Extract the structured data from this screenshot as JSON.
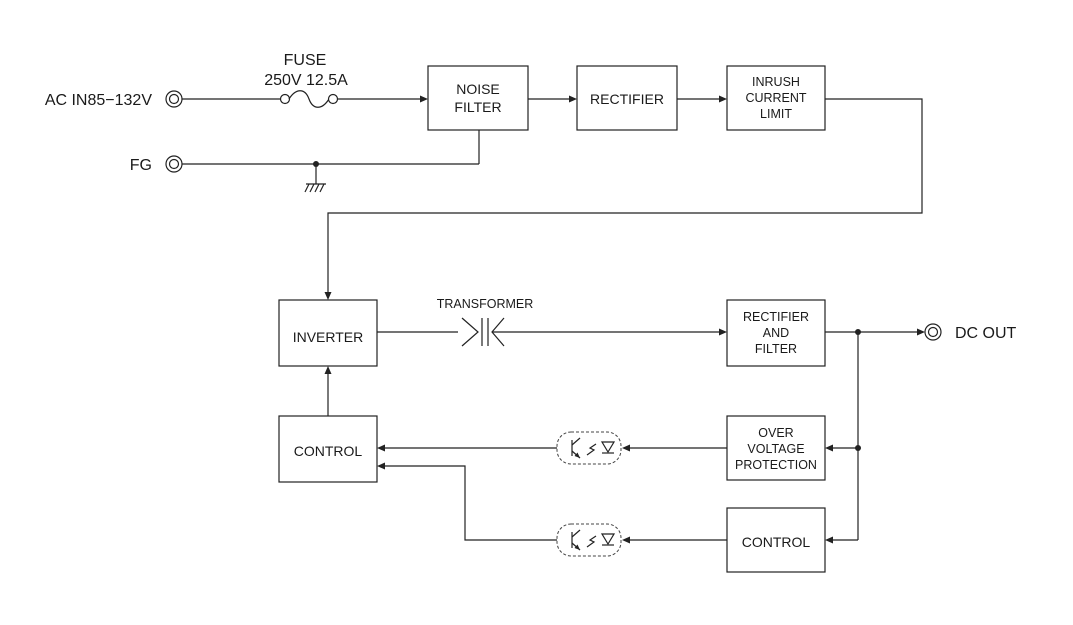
{
  "inputs": {
    "ac_in_label": "AC IN85−132V",
    "fg_label": "FG",
    "fuse_title": "FUSE",
    "fuse_rating": "250V 12.5A"
  },
  "blocks": {
    "noise_filter": [
      "NOISE",
      "FILTER"
    ],
    "rectifier_in": [
      "RECTIFIER"
    ],
    "inrush": [
      "INRUSH",
      "CURRENT",
      "LIMIT"
    ],
    "inverter": [
      "INVERTER"
    ],
    "control_primary": [
      "CONTROL"
    ],
    "rectifier_filter": [
      "RECTIFIER",
      "AND",
      "FILTER"
    ],
    "ovp": [
      "OVER",
      "VOLTAGE",
      "PROTECTION"
    ],
    "control_secondary": [
      "CONTROL"
    ]
  },
  "transformer_label": "TRANSFORMER",
  "output_label": "DC OUT"
}
